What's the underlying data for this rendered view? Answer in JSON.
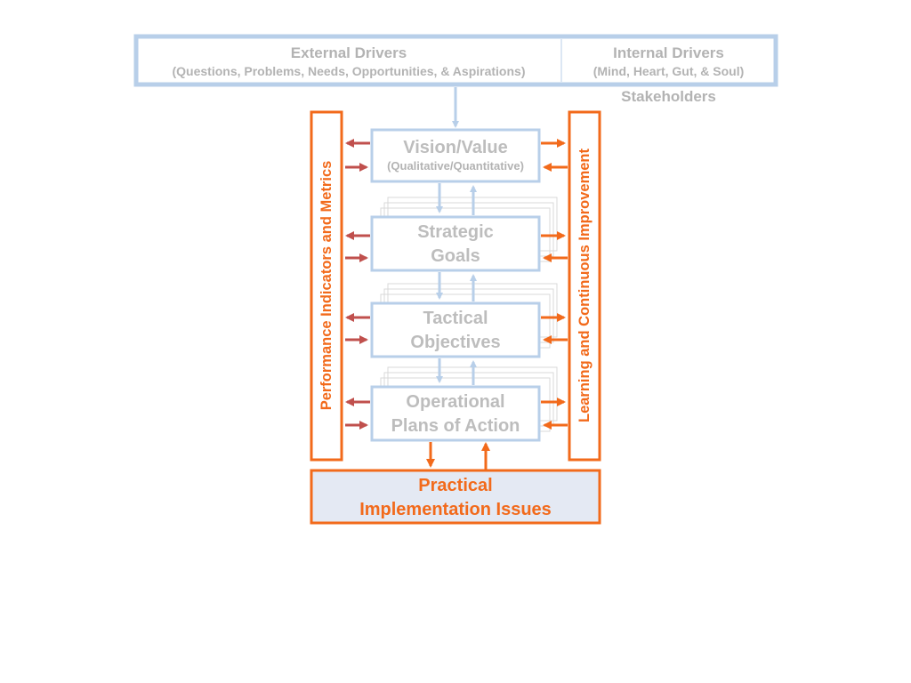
{
  "header": {
    "external_title": "External Drivers",
    "external_sub": "(Questions, Problems, Needs, Opportunities, & Aspirations)",
    "internal_title": "Internal Drivers",
    "internal_sub": "(Mind, Heart, Gut, & Soul)",
    "stakeholders": "Stakeholders"
  },
  "stages": [
    {
      "line1": "Vision/Value",
      "line2": "(Qualitative/Quantitative)"
    },
    {
      "line1": "Strategic",
      "line2": "Goals"
    },
    {
      "line1": "Tactical",
      "line2": "Objectives"
    },
    {
      "line1": "Operational",
      "line2": "Plans of Action"
    }
  ],
  "left_panel": "Performance Indicators and Metrics",
  "right_panel": "Learning and Continuous Improvement",
  "practical": {
    "line1": "Practical",
    "line2": "Implementation Issues"
  },
  "colors": {
    "blue": "#b8cfe9",
    "orange": "#f26a1b",
    "red_arrow": "#c0504d",
    "box_fill": "#e4e9f3",
    "gray_text": "#b3b3b3"
  }
}
